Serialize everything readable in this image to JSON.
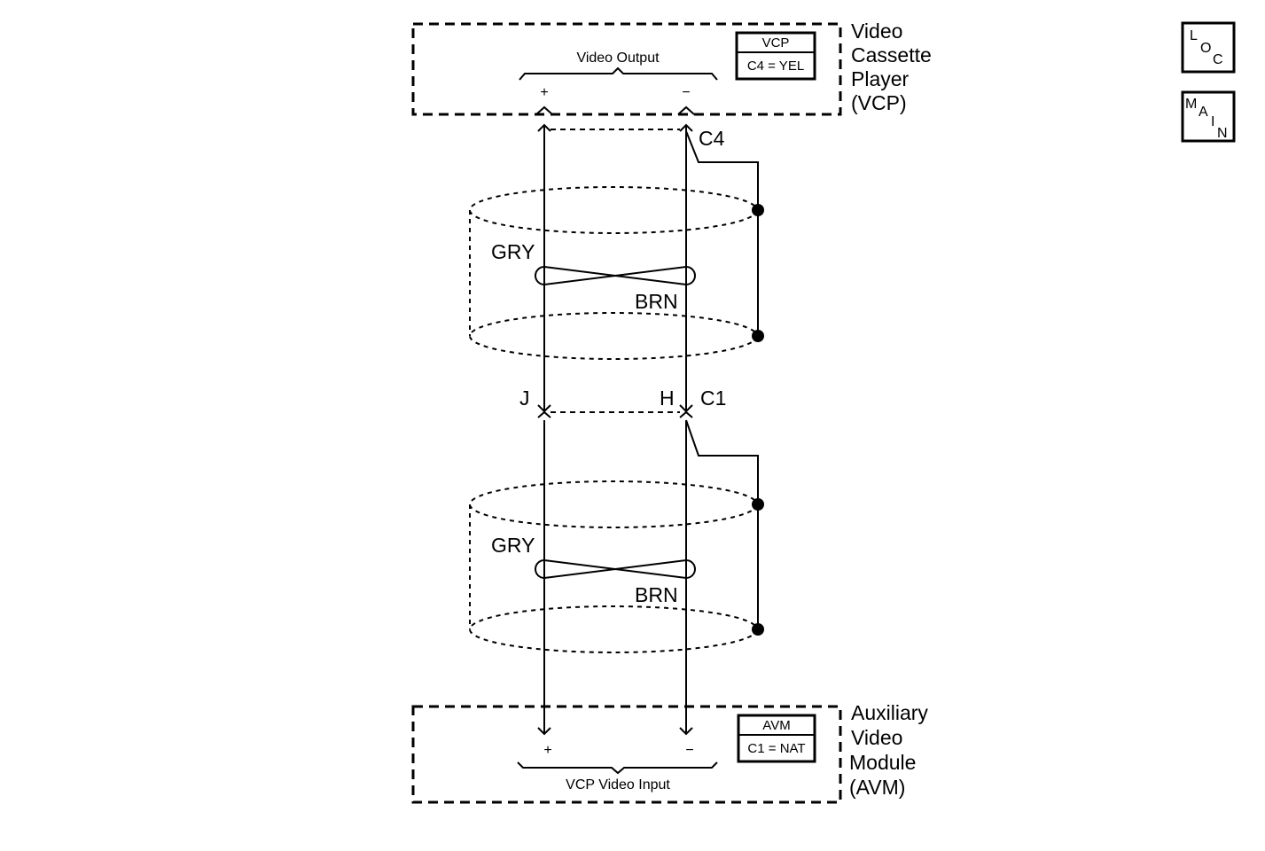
{
  "components": {
    "vcp": {
      "name_lines": [
        "Video",
        "Cassette",
        "Player",
        "(VCP)"
      ],
      "tag_title": "VCP",
      "tag_connector": "C4 = YEL",
      "group_label": "Video Output",
      "pin_plus": "+",
      "pin_minus": "−"
    },
    "avm": {
      "name_lines": [
        "Auxiliary",
        "Video",
        "Module",
        "(AVM)"
      ],
      "tag_title": "AVM",
      "tag_connector": "C1 = NAT",
      "group_label": "VCP Video Input",
      "pin_plus": "+",
      "pin_minus": "−"
    }
  },
  "connectors": {
    "top_minus": "C4",
    "mid_plus_pin": "J",
    "mid_minus_pin": "H",
    "mid_connector": "C1"
  },
  "cables": [
    {
      "wire_a": "GRY",
      "wire_b": "BRN"
    },
    {
      "wire_a": "GRY",
      "wire_b": "BRN"
    }
  ],
  "nav": {
    "loc": [
      "L",
      "O",
      "C"
    ],
    "main": [
      "M",
      "A",
      "I",
      "N"
    ]
  }
}
